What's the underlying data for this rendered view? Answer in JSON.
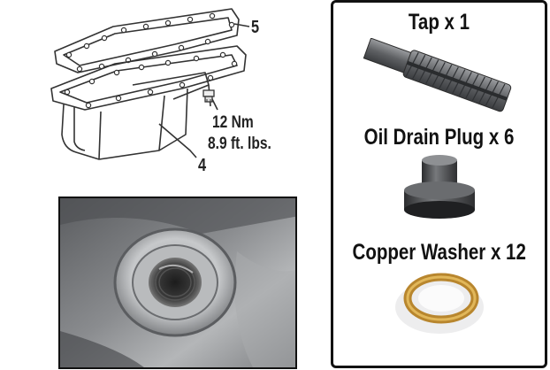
{
  "diagram": {
    "callout_gasket": "5",
    "callout_pan": "4",
    "torque_nm": "12 Nm",
    "torque_ftlbs": "8.9 ft. lbs."
  },
  "kit": {
    "items": [
      {
        "label": "Tap x 1",
        "icon": "tap-icon"
      },
      {
        "label": "Oil Drain Plug x 6",
        "icon": "drain-plug-icon"
      },
      {
        "label": "Copper Washer x 12",
        "icon": "copper-washer-icon"
      }
    ]
  },
  "colors": {
    "border": "#111111",
    "copper": "#b8862e",
    "metal": "#6f7174"
  }
}
